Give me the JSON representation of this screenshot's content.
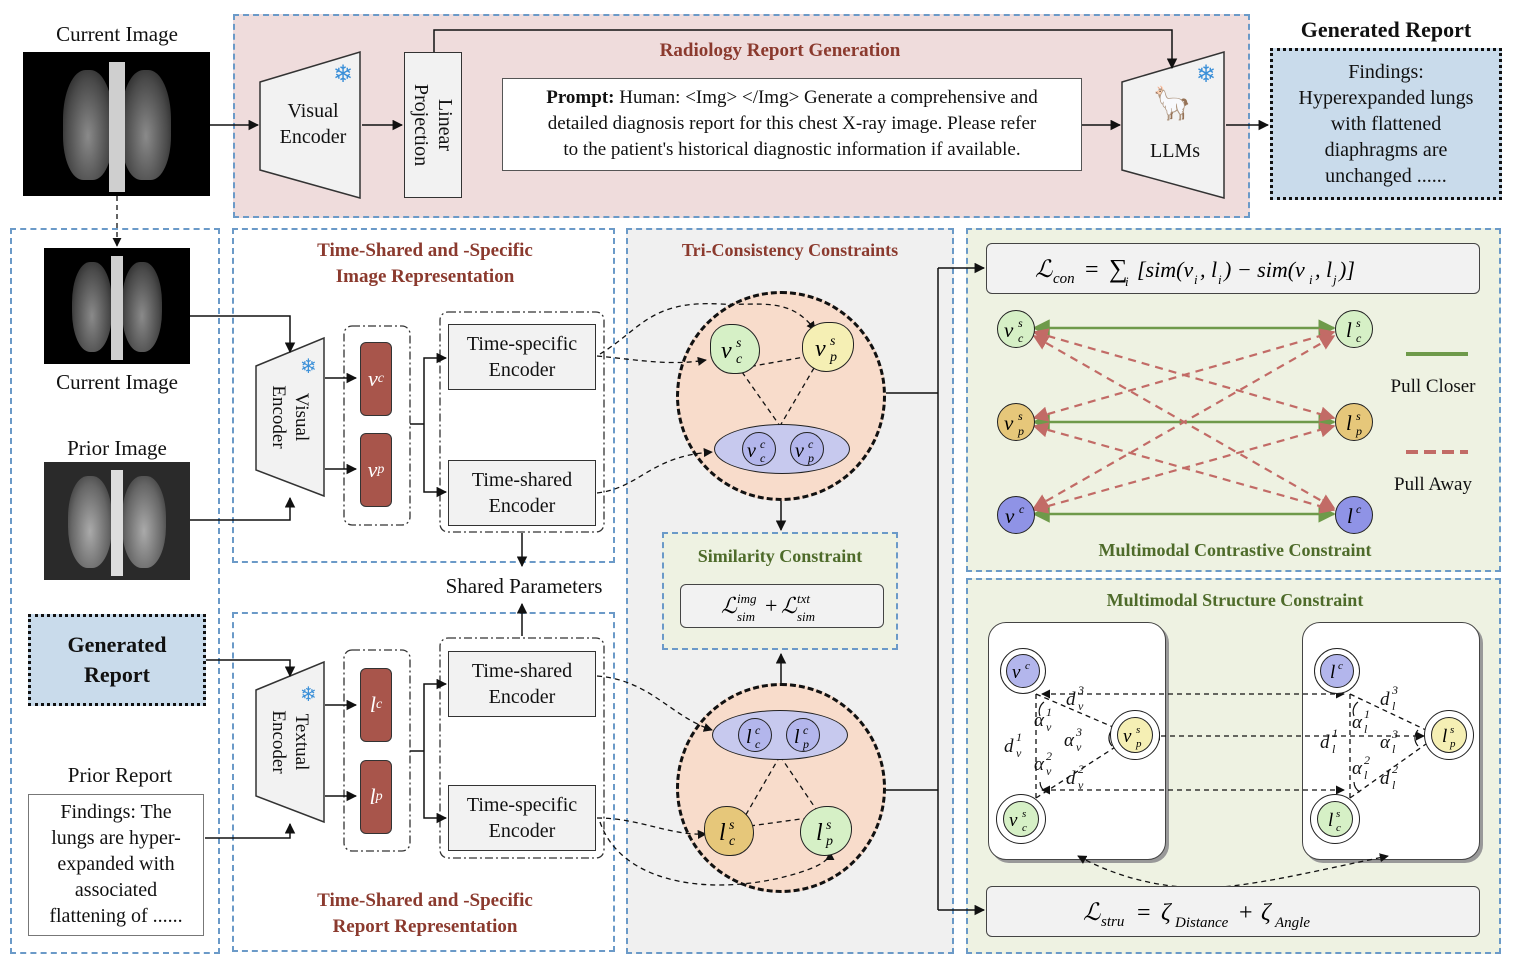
{
  "top": {
    "current_image_label": "Current Image",
    "section_title": "Radiology Report Generation",
    "visual_encoder": [
      "Visual",
      "Encoder"
    ],
    "linear_projection": [
      "Linear",
      "Projection"
    ],
    "prompt_label": "Prompt:",
    "prompt_text_1": " Human: <Img> </Img> Generate a comprehensive and",
    "prompt_text_2": "detailed diagnosis report for this chest X-ray image. Please refer",
    "prompt_text_3": "to the patient's historical diagnostic information if available.",
    "llm_label": "LLMs",
    "generated_report_title": "Generated Report",
    "generated_report_lines": [
      "Findings:",
      "Hyperexpanded lungs",
      "with flattened",
      "diaphragms are",
      "unchanged ......"
    ]
  },
  "left": {
    "current_image_label": "Current Image",
    "prior_image_label": "Prior Image",
    "generated_report_lines": [
      "Generated",
      "Report"
    ],
    "prior_report_label": "Prior Report",
    "prior_report_lines": [
      "Findings: The",
      "lungs are hyper-",
      "expanded with",
      "associated",
      "flattening of ......"
    ]
  },
  "middle": {
    "image_title": [
      "Time-Shared and -Specific",
      "Image Representation"
    ],
    "report_title": [
      "Time-Shared and -Specific",
      "Report Representation"
    ],
    "visual_encoder": [
      "Visual",
      "Encoder"
    ],
    "textual_encoder": [
      "Textual",
      "Encoder"
    ],
    "v_c": "v",
    "v_c_sub": "c",
    "v_p": "v",
    "v_p_sub": "p",
    "l_c": "l",
    "l_c_sub": "c",
    "l_p": "l",
    "l_p_sub": "p",
    "time_specific_encoder": [
      "Time-specific",
      "Encoder"
    ],
    "time_shared_encoder": [
      "Time-shared",
      "Encoder"
    ],
    "shared_parameters": "Shared Parameters"
  },
  "tri": {
    "title": "Tri-Consistency Constraints",
    "similarity_title": "Similarity Constraint"
  },
  "right": {
    "contrastive_title": "Multimodal Contrastive Constraint",
    "structure_title": "Multimodal Structure Constraint",
    "pull_closer": "Pull Closer",
    "pull_away": "Pull Away"
  },
  "colors": {
    "pink_panel": "#efdcdc",
    "orange_circle": "#f8dccb",
    "green_panel": "#eef2e2",
    "blue_node": "#b3b6ec",
    "green_node": "#d6f0c6",
    "yellow_node": "#f5efb4",
    "gold_node": "#e6c77a",
    "pull_closer": "#6e9a4a",
    "pull_away": "#c26b66",
    "feature_red": "#a8554b"
  }
}
